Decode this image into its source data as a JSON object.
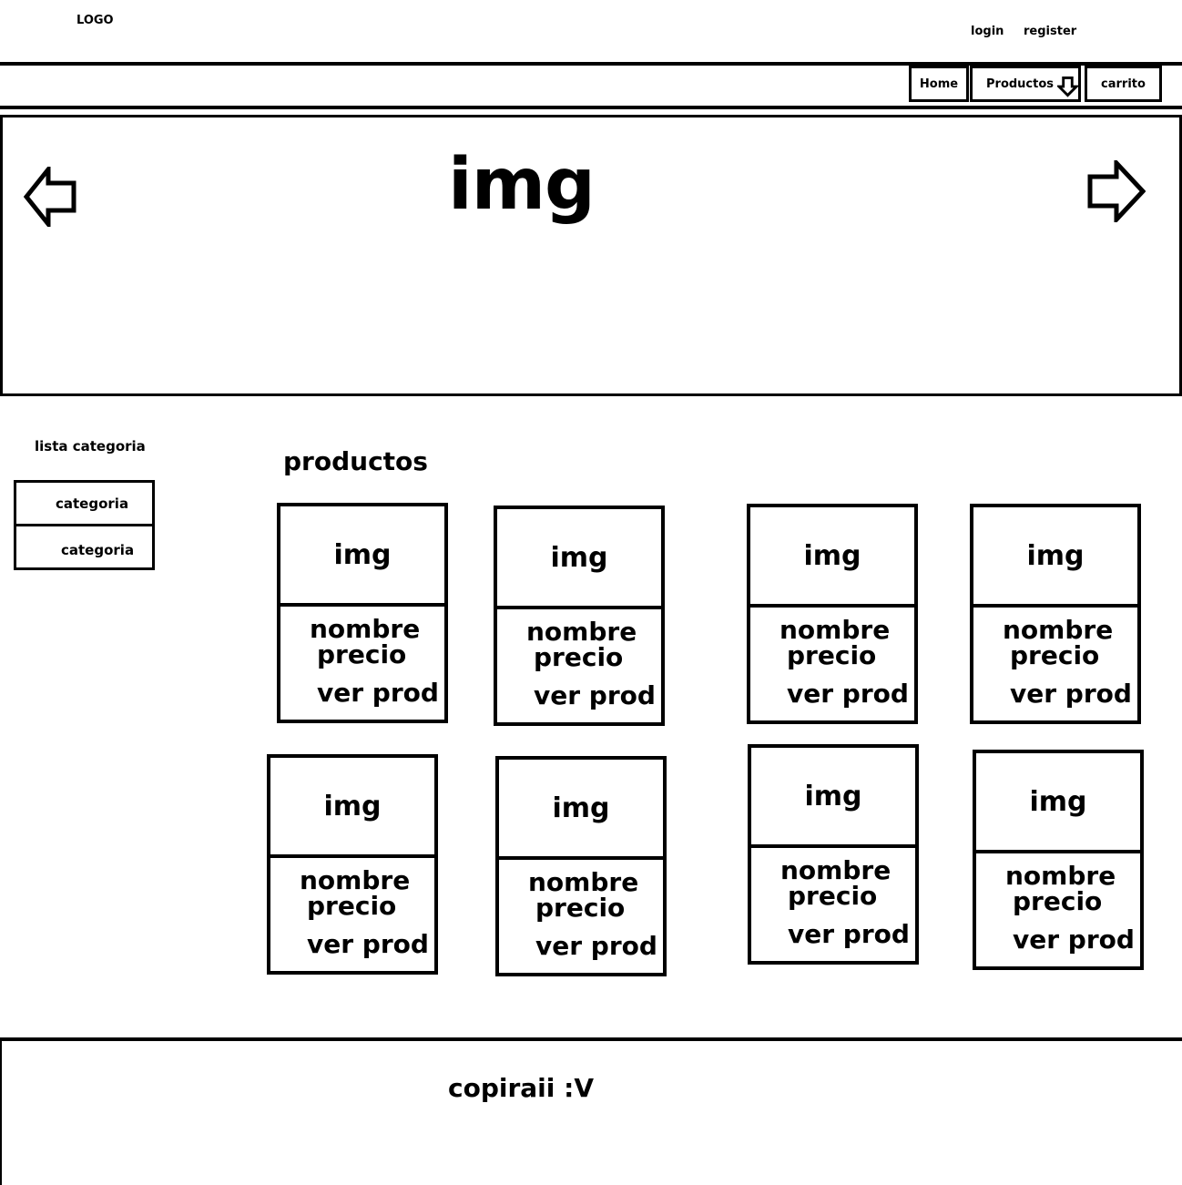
{
  "header": {
    "logo": "LOGO",
    "login": "login",
    "register": "register"
  },
  "nav": {
    "home": "Home",
    "productos": "Productos",
    "carrito": "carrito"
  },
  "hero": {
    "image_label": "img"
  },
  "sidebar": {
    "title": "lista categoria",
    "categories": [
      "categoria",
      "categoria"
    ]
  },
  "products": {
    "title": "productos",
    "cards": [
      {
        "img": "img",
        "name": "nombre",
        "price": "precio",
        "link": "ver prod"
      },
      {
        "img": "img",
        "name": "nombre",
        "price": "precio",
        "link": "ver prod"
      },
      {
        "img": "img",
        "name": "nombre",
        "price": "precio",
        "link": "ver prod"
      },
      {
        "img": "img",
        "name": "nombre",
        "price": "precio",
        "link": "ver prod"
      },
      {
        "img": "img",
        "name": "nombre",
        "price": "precio",
        "link": "ver prod"
      },
      {
        "img": "img",
        "name": "nombre",
        "price": "precio",
        "link": "ver prod"
      },
      {
        "img": "img",
        "name": "nombre",
        "price": "precio",
        "link": "ver prod"
      },
      {
        "img": "img",
        "name": "nombre",
        "price": "precio",
        "link": "ver prod"
      }
    ]
  },
  "footer": {
    "text": "copiraii :V"
  }
}
